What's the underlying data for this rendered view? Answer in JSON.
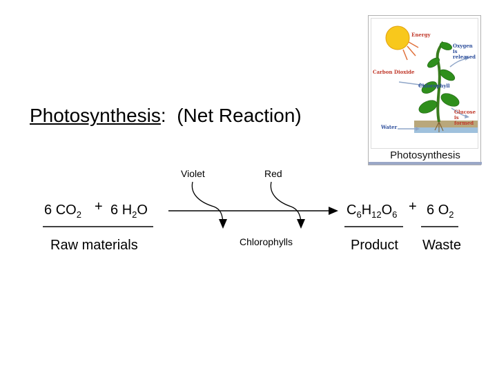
{
  "title": {
    "main": "Photosynthesis",
    "sep": ":",
    "sub": "(Net Reaction)"
  },
  "equation": {
    "reactant_1": {
      "coef": "6",
      "base": "CO",
      "sub": "2"
    },
    "plus": "+",
    "reactant_2": {
      "coef": "6",
      "base1": "H",
      "sub": "2",
      "base2": "O"
    },
    "product_1": {
      "c": "C",
      "c_sub": "6",
      "h": "H",
      "h_sub": "12",
      "o": "O",
      "o_sub": "6"
    },
    "product_2": {
      "coef": "6",
      "base": "O",
      "sub": "2"
    },
    "label_reactants": "Raw materials",
    "label_product": "Product",
    "label_waste": "Waste",
    "input_violet": "Violet",
    "input_red": "Red",
    "catalyst": "Chlorophylls"
  },
  "illustration": {
    "energy": "Energy",
    "oxygen": "Oxygen is released",
    "co2": "Carbon Dioxide",
    "chlorophyll": "Chlorophyll",
    "glucose": "Glucose is formed",
    "water": "Water",
    "caption": "Photosynthesis"
  },
  "colors": {
    "sun": "#f8c81c",
    "sun_rays": "#e0703a",
    "stem": "#3a7d1e",
    "leaf": "#2f8f1c",
    "soil": "#b9a77b",
    "water_layer": "#9fc1dc",
    "arrow": "#8fa6c8",
    "label_red": "#c0392b",
    "label_blue": "#2e4f9c"
  }
}
